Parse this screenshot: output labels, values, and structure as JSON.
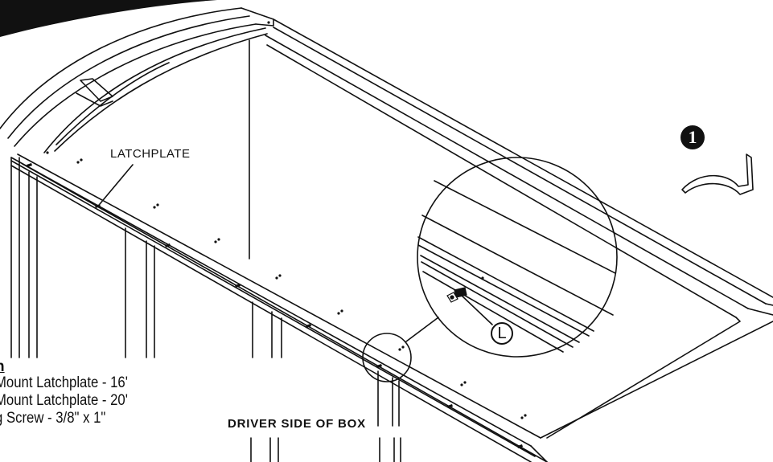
{
  "labels": {
    "latchplate": "LATCHPLATE",
    "driver_side": "DRIVER SIDE OF BOX",
    "part_number": "1",
    "callout_letter": "L"
  },
  "legend": {
    "title": "n",
    "items": [
      "Mount Latchplate - 16'",
      "Mount Latchplate - 20'",
      "g Screw - 3/8\" x 1\""
    ]
  }
}
